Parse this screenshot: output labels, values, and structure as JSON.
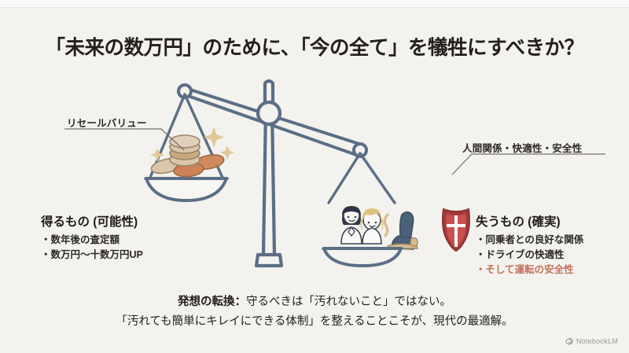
{
  "slide": {
    "background_color": "#f3f2ee",
    "title": "「未来の数万円」のために、「今の全て」を犠牲にすべきか？"
  },
  "callouts": {
    "left": "リセールバリュー",
    "right": "人間関係・快適性・安全性"
  },
  "gain": {
    "heading": "得るもの (可能性)",
    "items": [
      "・数年後の査定額",
      "・数万円〜十数万円UP"
    ]
  },
  "lose": {
    "heading": "失うもの (確実)",
    "items": [
      "・同乗者との良好な関係",
      "・ドライブの快適性"
    ],
    "highlight_item": "・そして運転の安全性",
    "highlight_color": "#c4705e"
  },
  "conclusion": {
    "line1_lead": "発想の転換：",
    "line1_rest": "守るべきは「汚れないこと」ではない。",
    "line2": "「汚れても簡単にキレイにできる体制」を整えることこそが、現代の最適解。"
  },
  "watermark": {
    "icon": "notebooklm-spiral-icon",
    "label": "NotebookLM"
  },
  "illustration": {
    "name": "balance-scale",
    "line_color": "#5b6e86",
    "left_pan": {
      "name": "coins-pan",
      "contents": "coin-stack-with-sparkles",
      "coin_colors": [
        "#d9c6ab",
        "#c9a97f",
        "#d08a5d",
        "#b8855c"
      ],
      "sparkle_color": "#e3c89a"
    },
    "right_pan": {
      "name": "people-comfort-safety-pan",
      "contents": [
        "couple-icon",
        "car-seat-icon",
        "shield-icon"
      ],
      "shield_colors": {
        "border": "#a33b3b",
        "fill": "#c8504f",
        "cross": "#ffffff"
      },
      "seat_color": "#4a6179",
      "hair_colors": [
        "#2f3542",
        "#e0c183"
      ]
    }
  }
}
